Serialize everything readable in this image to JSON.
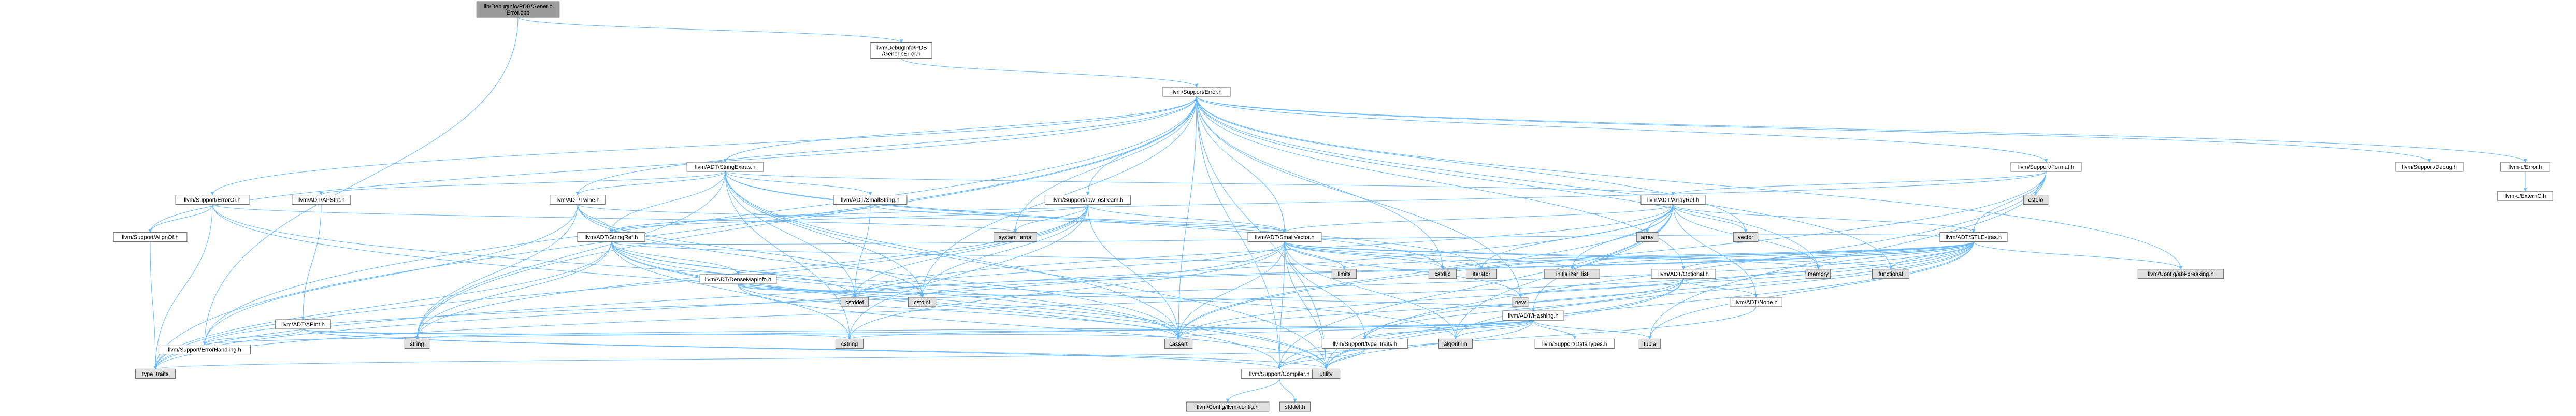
{
  "colors": {
    "edge": "#63B8FF",
    "node_fill": "#ffffff",
    "node_border": "#666666",
    "node_system_fill": "#e0e0e0",
    "node_root_fill": "#999999",
    "node_root_border": "#666666",
    "node_truncated_border": "#ff0000"
  },
  "nodes": [
    {
      "id": "root",
      "lines": [
        "lib/DebugInfo/PDB/Generic",
        "Error.cpp"
      ],
      "kind": "root"
    },
    {
      "id": "pdb_err",
      "lines": [
        "llvm/DebugInfo/PDB",
        "/GenericError.h"
      ],
      "kind": "normal"
    },
    {
      "id": "sup_err",
      "lines": [
        "llvm/Support/Error.h"
      ],
      "kind": "normal"
    },
    {
      "id": "string_extras",
      "lines": [
        "llvm/ADT/StringExtras.h"
      ],
      "kind": "normal"
    },
    {
      "id": "raw_ostream",
      "lines": [
        "llvm/Support/raw_ostream.h"
      ],
      "kind": "normal"
    },
    {
      "id": "format",
      "lines": [
        "llvm/Support/Format.h"
      ],
      "kind": "normal"
    },
    {
      "id": "debug",
      "lines": [
        "llvm/Support/Debug.h"
      ],
      "kind": "normal"
    },
    {
      "id": "c_error",
      "lines": [
        "llvm-c/Error.h"
      ],
      "kind": "normal"
    },
    {
      "id": "c_externc",
      "lines": [
        "llvm-c/ExternC.h"
      ],
      "kind": "normal"
    },
    {
      "id": "error_or",
      "lines": [
        "llvm/Support/ErrorOr.h"
      ],
      "kind": "normal"
    },
    {
      "id": "apsint",
      "lines": [
        "llvm/ADT/APSInt.h"
      ],
      "kind": "normal"
    },
    {
      "id": "twine",
      "lines": [
        "llvm/ADT/Twine.h"
      ],
      "kind": "normal"
    },
    {
      "id": "small_string",
      "lines": [
        "llvm/ADT/SmallString.h"
      ],
      "kind": "normal"
    },
    {
      "id": "array_ref",
      "lines": [
        "llvm/ADT/ArrayRef.h"
      ],
      "kind": "normal"
    },
    {
      "id": "align_of",
      "lines": [
        "llvm/Support/AlignOf.h"
      ],
      "kind": "normal"
    },
    {
      "id": "string_ref",
      "lines": [
        "llvm/ADT/StringRef.h"
      ],
      "kind": "truncated"
    },
    {
      "id": "small_vector",
      "lines": [
        "llvm/ADT/SmallVector.h"
      ],
      "kind": "normal"
    },
    {
      "id": "stl_extras",
      "lines": [
        "llvm/ADT/STLExtras.h"
      ],
      "kind": "truncated"
    },
    {
      "id": "system_error",
      "lines": [
        "system_error"
      ],
      "kind": "system"
    },
    {
      "id": "cstdio",
      "lines": [
        "cstdio"
      ],
      "kind": "system"
    },
    {
      "id": "array",
      "lines": [
        "array"
      ],
      "kind": "system"
    },
    {
      "id": "vector",
      "lines": [
        "vector"
      ],
      "kind": "system"
    },
    {
      "id": "apint",
      "lines": [
        "llvm/ADT/APInt.h"
      ],
      "kind": "truncated"
    },
    {
      "id": "dense_map_info",
      "lines": [
        "llvm/ADT/DenseMapInfo.h"
      ],
      "kind": "normal"
    },
    {
      "id": "limits",
      "lines": [
        "limits"
      ],
      "kind": "system"
    },
    {
      "id": "cstdlib",
      "lines": [
        "cstdlib"
      ],
      "kind": "system"
    },
    {
      "id": "iterator",
      "lines": [
        "iterator"
      ],
      "kind": "system"
    },
    {
      "id": "init_list",
      "lines": [
        "initializer_list"
      ],
      "kind": "system"
    },
    {
      "id": "optional",
      "lines": [
        "llvm/ADT/Optional.h"
      ],
      "kind": "truncated"
    },
    {
      "id": "memory",
      "lines": [
        "memory"
      ],
      "kind": "system"
    },
    {
      "id": "functional",
      "lines": [
        "functional"
      ],
      "kind": "system"
    },
    {
      "id": "config_breaking",
      "lines": [
        "llvm/Config/abi-breaking.h"
      ],
      "kind": "system"
    },
    {
      "id": "cstddef",
      "lines": [
        "cstddef"
      ],
      "kind": "system"
    },
    {
      "id": "cstdint",
      "lines": [
        "cstdint"
      ],
      "kind": "system"
    },
    {
      "id": "new",
      "lines": [
        "new"
      ],
      "kind": "system"
    },
    {
      "id": "hashing",
      "lines": [
        "llvm/ADT/Hashing.h"
      ],
      "kind": "truncated"
    },
    {
      "id": "none",
      "lines": [
        "llvm/ADT/None.h"
      ],
      "kind": "normal"
    },
    {
      "id": "string",
      "lines": [
        "string"
      ],
      "kind": "system"
    },
    {
      "id": "error_handling",
      "lines": [
        "llvm/Support/ErrorHandling.h"
      ],
      "kind": "normal"
    },
    {
      "id": "cstring",
      "lines": [
        "cstring"
      ],
      "kind": "system"
    },
    {
      "id": "cassert",
      "lines": [
        "cassert"
      ],
      "kind": "system"
    },
    {
      "id": "type_traits_llvm",
      "lines": [
        "llvm/Support/type_traits.h"
      ],
      "kind": "normal"
    },
    {
      "id": "algorithm",
      "lines": [
        "algorithm"
      ],
      "kind": "system"
    },
    {
      "id": "data_types",
      "lines": [
        "llvm/Support/DataTypes.h"
      ],
      "kind": "truncated"
    },
    {
      "id": "tuple",
      "lines": [
        "tuple"
      ],
      "kind": "system"
    },
    {
      "id": "type_traits",
      "lines": [
        "type_traits"
      ],
      "kind": "system"
    },
    {
      "id": "compiler",
      "lines": [
        "llvm/Support/Compiler.h"
      ],
      "kind": "normal"
    },
    {
      "id": "utility",
      "lines": [
        "utility"
      ],
      "kind": "system"
    },
    {
      "id": "llvm_config",
      "lines": [
        "llvm/Config/llvm-config.h"
      ],
      "kind": "system"
    },
    {
      "id": "stddef",
      "lines": [
        "stddef.h"
      ],
      "kind": "system"
    }
  ],
  "edges": [
    [
      "root",
      "pdb_err"
    ],
    [
      "root",
      "error_handling"
    ],
    [
      "pdb_err",
      "sup_err"
    ],
    [
      "sup_err",
      "c_error"
    ],
    [
      "sup_err",
      "string_extras"
    ],
    [
      "sup_err",
      "twine"
    ],
    [
      "sup_err",
      "abi_missing"
    ],
    [
      "sup_err",
      "align_of"
    ],
    [
      "sup_err",
      "compiler"
    ],
    [
      "sup_err",
      "debug"
    ],
    [
      "sup_err",
      "error_handling"
    ],
    [
      "sup_err",
      "error_or"
    ],
    [
      "sup_err",
      "format"
    ],
    [
      "sup_err",
      "raw_ostream"
    ],
    [
      "sup_err",
      "cassert"
    ],
    [
      "sup_err",
      "cstdint"
    ],
    [
      "sup_err",
      "cstdlib"
    ],
    [
      "sup_err",
      "functional"
    ],
    [
      "sup_err",
      "memory"
    ],
    [
      "sup_err",
      "new"
    ],
    [
      "sup_err",
      "optional"
    ],
    [
      "sup_err",
      "string"
    ],
    [
      "sup_err",
      "system_error"
    ],
    [
      "sup_err",
      "type_traits"
    ],
    [
      "sup_err",
      "utility"
    ],
    [
      "sup_err",
      "vector"
    ],
    [
      "sup_err",
      "config_breaking"
    ],
    [
      "sup_err",
      "small_vector"
    ],
    [
      "c_error",
      "c_externc"
    ],
    [
      "string_extras",
      "apsint"
    ],
    [
      "string_extras",
      "array_ref"
    ],
    [
      "string_extras",
      "small_string"
    ],
    [
      "string_extras",
      "string_ref"
    ],
    [
      "string_extras",
      "twine"
    ],
    [
      "string_extras",
      "cassert"
    ],
    [
      "string_extras",
      "cstddef"
    ],
    [
      "string_extras",
      "cstdint"
    ],
    [
      "string_extras",
      "cstdlib"
    ],
    [
      "string_extras",
      "cstring"
    ],
    [
      "string_extras",
      "iterator"
    ],
    [
      "string_extras",
      "string"
    ],
    [
      "string_extras",
      "utility"
    ],
    [
      "apsint",
      "apint"
    ],
    [
      "apint",
      "compiler"
    ],
    [
      "apint",
      "cassert"
    ],
    [
      "apint",
      "error_handling"
    ],
    [
      "apint",
      "climits"
    ],
    [
      "apint",
      "cstring"
    ],
    [
      "apint",
      "utility"
    ],
    [
      "array_ref",
      "hashing"
    ],
    [
      "array_ref",
      "none"
    ],
    [
      "array_ref",
      "small_vector"
    ],
    [
      "array_ref",
      "stl_extras"
    ],
    [
      "array_ref",
      "compiler"
    ],
    [
      "array_ref",
      "algorithm"
    ],
    [
      "array_ref",
      "array"
    ],
    [
      "array_ref",
      "cassert"
    ],
    [
      "array_ref",
      "cstddef"
    ],
    [
      "array_ref",
      "init_list"
    ],
    [
      "array_ref",
      "iterator"
    ],
    [
      "array_ref",
      "memory"
    ],
    [
      "array_ref",
      "type_traits"
    ],
    [
      "array_ref",
      "vector"
    ],
    [
      "hashing",
      "error_handling"
    ],
    [
      "hashing",
      "data_types"
    ],
    [
      "hashing",
      "type_traits_llvm"
    ],
    [
      "hashing",
      "algorithm"
    ],
    [
      "hashing",
      "cassert"
    ],
    [
      "hashing",
      "cstring"
    ],
    [
      "hashing",
      "string"
    ],
    [
      "hashing",
      "tuple"
    ],
    [
      "hashing",
      "utility"
    ],
    [
      "none",
      "compiler"
    ],
    [
      "type_traits_llvm",
      "compiler"
    ],
    [
      "type_traits_llvm",
      "type_traits"
    ],
    [
      "type_traits_llvm",
      "utility"
    ],
    [
      "compiler",
      "llvm_config"
    ],
    [
      "compiler",
      "stddef"
    ],
    [
      "small_vector",
      "compiler"
    ],
    [
      "small_vector",
      "type_traits_llvm"
    ],
    [
      "small_vector",
      "algorithm"
    ],
    [
      "small_vector",
      "cassert"
    ],
    [
      "small_vector",
      "cstddef"
    ],
    [
      "small_vector",
      "cstdlib"
    ],
    [
      "small_vector",
      "cstring"
    ],
    [
      "small_vector",
      "functional"
    ],
    [
      "small_vector",
      "init_list"
    ],
    [
      "small_vector",
      "iterator"
    ],
    [
      "small_vector",
      "limits"
    ],
    [
      "small_vector",
      "memory"
    ],
    [
      "small_vector",
      "new"
    ],
    [
      "small_vector",
      "type_traits"
    ],
    [
      "small_vector",
      "utility"
    ],
    [
      "stl_extras",
      "optional"
    ],
    [
      "stl_extras",
      "config_breaking"
    ],
    [
      "stl_extras",
      "error_handling"
    ],
    [
      "stl_extras",
      "algorithm"
    ],
    [
      "stl_extras",
      "cassert"
    ],
    [
      "stl_extras",
      "cstddef"
    ],
    [
      "stl_extras",
      "cstdint"
    ],
    [
      "stl_extras",
      "cstdlib"
    ],
    [
      "stl_extras",
      "functional"
    ],
    [
      "stl_extras",
      "init_list"
    ],
    [
      "stl_extras",
      "iterator"
    ],
    [
      "stl_extras",
      "limits"
    ],
    [
      "stl_extras",
      "memory"
    ],
    [
      "stl_extras",
      "tuple"
    ],
    [
      "stl_extras",
      "type_traits"
    ],
    [
      "stl_extras",
      "utility"
    ],
    [
      "stl_extras",
      "type_traits_llvm"
    ],
    [
      "optional",
      "none"
    ],
    [
      "optional",
      "compiler"
    ],
    [
      "optional",
      "type_traits_llvm"
    ],
    [
      "optional",
      "cassert"
    ],
    [
      "optional",
      "memory"
    ],
    [
      "optional",
      "new"
    ],
    [
      "optional",
      "utility"
    ],
    [
      "small_string",
      "small_vector"
    ],
    [
      "small_string",
      "string_ref"
    ],
    [
      "small_string",
      "cstddef"
    ],
    [
      "string_ref",
      "dense_map_info"
    ],
    [
      "string_ref",
      "stl_extras"
    ],
    [
      "string_ref",
      "iterator_range"
    ],
    [
      "string_ref",
      "compiler"
    ],
    [
      "string_ref",
      "algorithm"
    ],
    [
      "string_ref",
      "cassert"
    ],
    [
      "string_ref",
      "cstddef"
    ],
    [
      "string_ref",
      "cstring"
    ],
    [
      "string_ref",
      "limits"
    ],
    [
      "string_ref",
      "string"
    ],
    [
      "string_ref",
      "type_traits"
    ],
    [
      "string_ref",
      "utility"
    ],
    [
      "dense_map_info",
      "hashing"
    ],
    [
      "dense_map_info",
      "cassert"
    ],
    [
      "dense_map_info",
      "cstddef"
    ],
    [
      "dense_map_info",
      "cstdint"
    ],
    [
      "dense_map_info",
      "utility"
    ],
    [
      "twine",
      "small_vector"
    ],
    [
      "twine",
      "string_ref"
    ],
    [
      "twine",
      "error_handling"
    ],
    [
      "twine",
      "cassert"
    ],
    [
      "twine",
      "cstdint"
    ],
    [
      "twine",
      "string"
    ],
    [
      "error_or",
      "align_of"
    ],
    [
      "error_or",
      "cassert"
    ],
    [
      "error_or",
      "system_error"
    ],
    [
      "error_or",
      "type_traits"
    ],
    [
      "error_or",
      "utility"
    ],
    [
      "align_of",
      "type_traits"
    ],
    [
      "raw_ostream",
      "small_vector"
    ],
    [
      "raw_ostream",
      "string_ref"
    ],
    [
      "raw_ostream",
      "cassert"
    ],
    [
      "raw_ostream",
      "cstddef"
    ],
    [
      "raw_ostream",
      "cstdint"
    ],
    [
      "raw_ostream",
      "cstring"
    ],
    [
      "raw_ostream",
      "string"
    ],
    [
      "raw_ostream",
      "system_error"
    ],
    [
      "raw_ostream",
      "type_traits"
    ],
    [
      "format",
      "array_ref"
    ],
    [
      "format",
      "stl_extras"
    ],
    [
      "format",
      "string_ref"
    ],
    [
      "format",
      "cassert"
    ],
    [
      "format",
      "cstdio"
    ],
    [
      "format",
      "tuple"
    ],
    [
      "format",
      "utility"
    ]
  ]
}
